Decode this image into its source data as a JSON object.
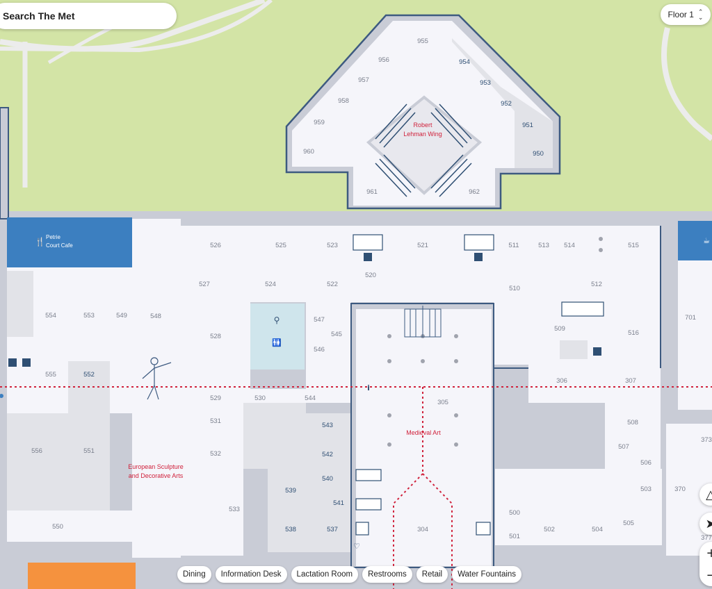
{
  "search": {
    "placeholder": "Search The Met"
  },
  "floor_selector": {
    "label": "Floor 1"
  },
  "galleries": {
    "robert_lehman_wing": [
      "Robert",
      "Lehman Wing"
    ],
    "medieval_art": "Medieval Art",
    "european_sculpture": [
      "European Sculpture",
      "and Decorative Arts"
    ]
  },
  "petrie_cafe": [
    "Petrie",
    "Court Cafe"
  ],
  "rooms": {
    "r955": "955",
    "r956": "956",
    "r957": "957",
    "r958": "958",
    "r959": "959",
    "r960": "960",
    "r961": "961",
    "r962": "962",
    "r954": "954",
    "r953": "953",
    "r952": "952",
    "r951": "951",
    "r950": "950",
    "r526": "526",
    "r525": "525",
    "r523": "523",
    "r521": "521",
    "r511": "511",
    "r513": "513",
    "r514": "514",
    "r515": "515",
    "r527": "527",
    "r524": "524",
    "r522": "522",
    "r520": "520",
    "r510": "510",
    "r512": "512",
    "r554": "554",
    "r553": "553",
    "r549": "549",
    "r548": "548",
    "r528": "528",
    "r547": "547",
    "r545": "545",
    "r546": "546",
    "r509": "509",
    "r516": "516",
    "r701": "701",
    "r555": "555",
    "r552": "552",
    "r306": "306",
    "r307": "307",
    "r529": "529",
    "r530": "530",
    "r544": "544",
    "r305": "305",
    "r531": "531",
    "r543": "543",
    "r508": "508",
    "r556": "556",
    "r551": "551",
    "r532": "532",
    "r542": "542",
    "r507": "507",
    "r506": "506",
    "r373": "373",
    "r540": "540",
    "r539": "539",
    "r503": "503",
    "r370": "370",
    "r541": "541",
    "r533": "533",
    "r500": "500",
    "r538": "538",
    "r537": "537",
    "r304": "304",
    "r502": "502",
    "r504": "504",
    "r505": "505",
    "r501": "501",
    "r550": "550",
    "r377": "377"
  },
  "filter_chips": [
    "Dining",
    "Information Desk",
    "Lactation Room",
    "Restrooms",
    "Retail",
    "Water Fountains"
  ],
  "colors": {
    "lawn": "#d3e4a6",
    "wall": "#c9ccd6",
    "room": "#f5f5fa",
    "room_shaded": "#e2e3e8",
    "outline": "#3d5a80",
    "dining": "#3c7fc0",
    "gallery_label": "#d0213b",
    "route": "#d0213b",
    "restroom": "#cfe5ec",
    "orange": "#f5923e"
  },
  "icons": [
    "fork-knife-icon",
    "stairs-icon",
    "elevator-icon",
    "restroom-icon",
    "water-fountain-icon",
    "info-icon",
    "lactation-icon",
    "coffee-icon",
    "gate-icon",
    "statue-icon",
    "compass-icon",
    "locate-icon"
  ]
}
